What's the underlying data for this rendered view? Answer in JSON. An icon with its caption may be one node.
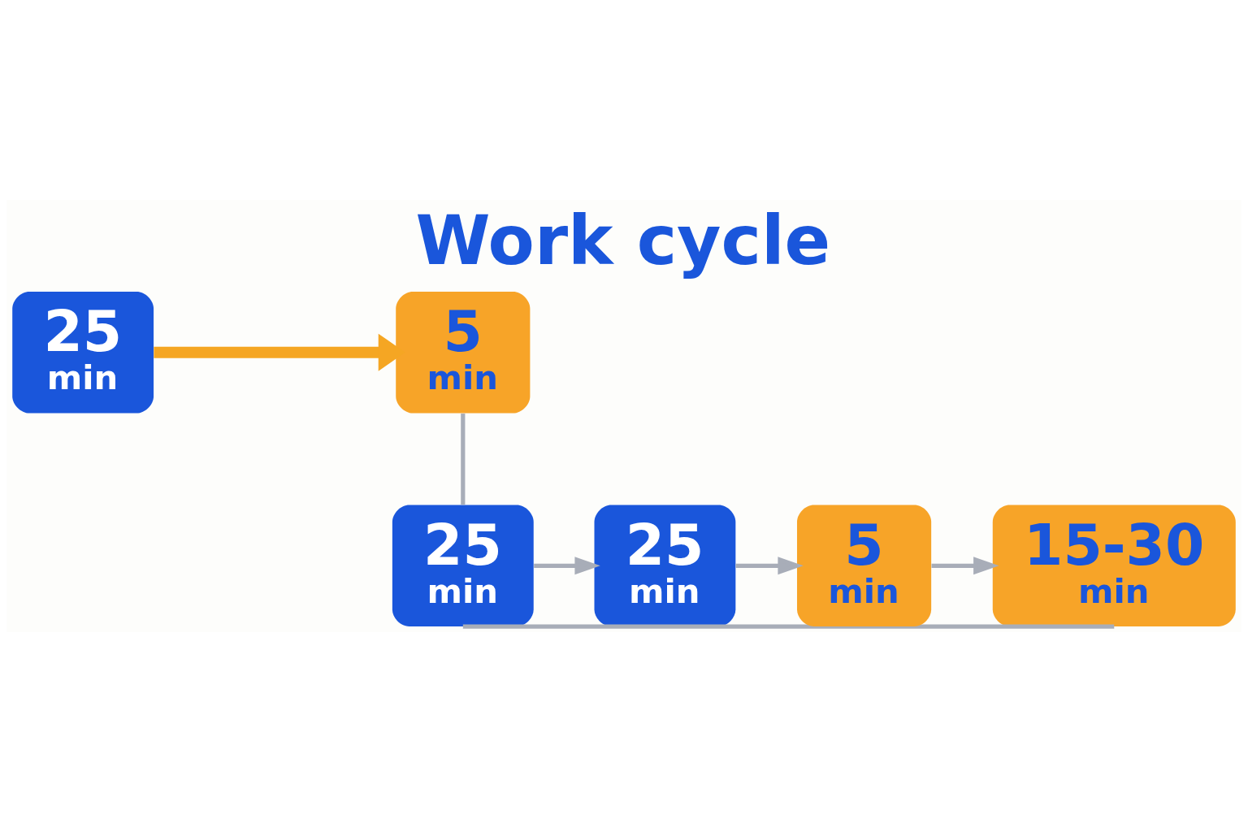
{
  "diagram": {
    "title": "Work cycle",
    "nodes": [
      {
        "text": [
          "25",
          "min"
        ]
      },
      {
        "text": [
          "5",
          "min"
        ]
      },
      {
        "text": [
          "25",
          "min"
        ]
      },
      {
        "text": [
          "25",
          "min"
        ]
      },
      {
        "text": [
          "5",
          "min"
        ]
      },
      {
        "text": [
          "15-30",
          "min"
        ]
      }
    ],
    "edges": [
      {
        "from": 0,
        "to": 1,
        "arrow": "to",
        "style": "thick",
        "color": "#f5a623"
      },
      {
        "from": 1,
        "to": 2,
        "arrow": "none"
      },
      {
        "from": 2,
        "to": 3,
        "arrow": "to"
      },
      {
        "from": 3,
        "to": 4,
        "arrow": "to"
      },
      {
        "from": 4,
        "to": 5,
        "arrow": "to"
      },
      {
        "from": 2,
        "to": 5,
        "arrow": "none"
      }
    ]
  }
}
